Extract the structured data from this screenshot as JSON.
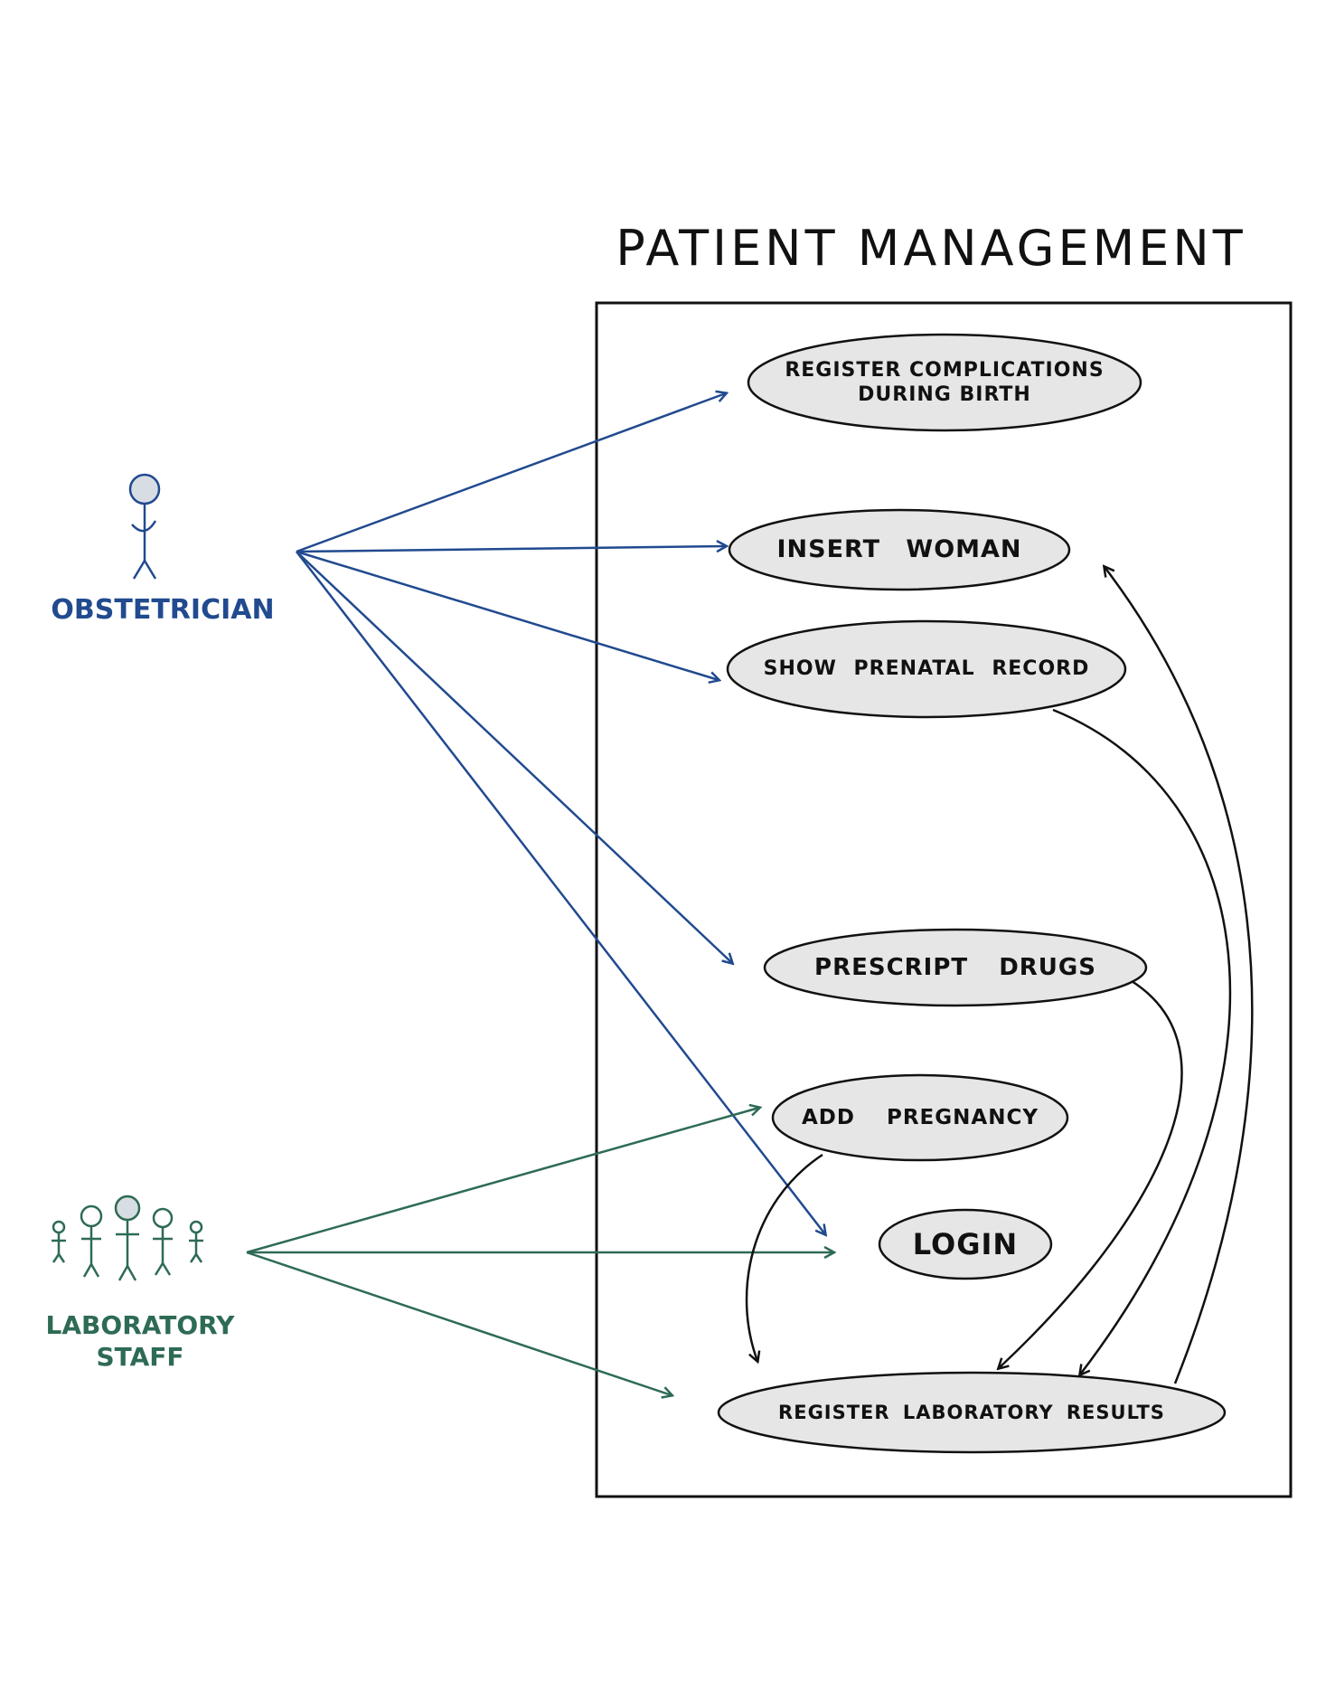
{
  "title": "PATIENT MANAGEMENT",
  "colors": {
    "obstetrician": "#214a8f",
    "laboratory_staff": "#2e6b54",
    "system_border": "#111111",
    "use_case_fill": "#e6e6e6",
    "actor_head_fill": "#d8dde3"
  },
  "actors": {
    "obstetrician": {
      "label": "OBSTETRICIAN",
      "icon": "stick-figure-icon"
    },
    "laboratory_staff": {
      "label": "LABORATORY\nSTAFF",
      "icon": "stick-figure-group-icon"
    }
  },
  "use_cases": {
    "register_complications": "REGISTER COMPLICATIONS\nDURING BIRTH",
    "insert_woman": "INSERT WOMAN",
    "show_prenatal_record": "SHOW PRENATAL RECORD",
    "prescript_drugs": "PRESCRIPT DRUGS",
    "add_pregnancy": "ADD PREGNANCY",
    "login": "LOGIN",
    "register_lab_results": "REGISTER LABORATORY RESULTS"
  },
  "associations": [
    {
      "from": "obstetrician",
      "to": "register_complications"
    },
    {
      "from": "obstetrician",
      "to": "insert_woman"
    },
    {
      "from": "obstetrician",
      "to": "show_prenatal_record"
    },
    {
      "from": "obstetrician",
      "to": "prescript_drugs"
    },
    {
      "from": "obstetrician",
      "to": "login"
    },
    {
      "from": "laboratory_staff",
      "to": "add_pregnancy"
    },
    {
      "from": "laboratory_staff",
      "to": "login"
    },
    {
      "from": "laboratory_staff",
      "to": "register_lab_results"
    }
  ],
  "dependencies": [
    {
      "from": "show_prenatal_record",
      "to": "register_lab_results"
    },
    {
      "from": "prescript_drugs",
      "to": "register_lab_results"
    },
    {
      "from": "add_pregnancy",
      "to": "register_lab_results"
    },
    {
      "from": "register_lab_results",
      "to": "insert_woman"
    }
  ]
}
